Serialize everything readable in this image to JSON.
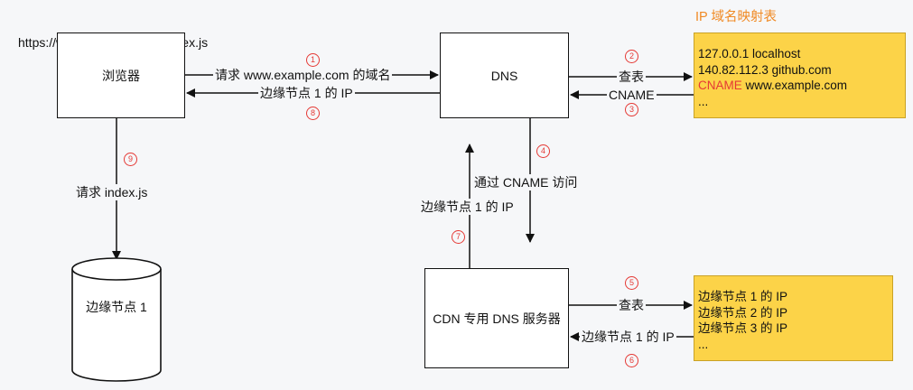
{
  "url_text": "https://www.example.com/index.js",
  "nodes": {
    "browser": "浏览器",
    "dns": "DNS",
    "cdn_dns": "CDN 专用 DNS 服务器",
    "edge_node": "边缘节点 1"
  },
  "ip_table": {
    "title": "IP 域名映射表",
    "rows": [
      {
        "prefix": "",
        "text": "127.0.0.1 localhost"
      },
      {
        "prefix": "",
        "text": "140.82.112.3 github.com"
      },
      {
        "prefix": "CNAME",
        "text": " www.example.com"
      },
      {
        "prefix": "",
        "text": "..."
      }
    ]
  },
  "cdn_table": {
    "rows": [
      "边缘节点 1 的 IP",
      "边缘节点 2 的 IP",
      "边缘节点 3 的 IP",
      "..."
    ]
  },
  "edges": {
    "request_domain": "请求 www.example.com 的域名",
    "edge_ip_return": "边缘节点 1 的 IP",
    "lookup_1": "查表",
    "cname_return": "CNAME",
    "via_cname": "通过 CNAME 访问",
    "edge_ip_up": "边缘节点 1 的 IP",
    "lookup_2": "查表",
    "edge_ip_back": "边缘节点 1 的 IP",
    "request_js": "请求 index.js"
  },
  "steps": [
    "1",
    "2",
    "3",
    "4",
    "5",
    "6",
    "7",
    "8",
    "9"
  ],
  "colors": {
    "note_fill": "#fcd348",
    "step_red": "#e53935",
    "title_orange": "#f08a24",
    "background": "#f6f7f9"
  }
}
